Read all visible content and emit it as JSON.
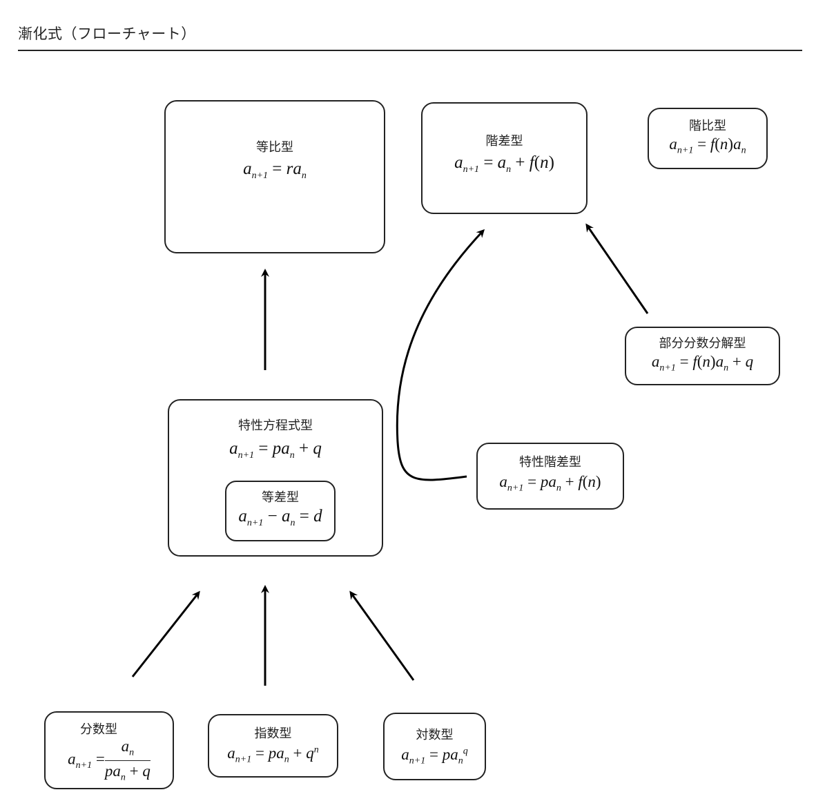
{
  "page": {
    "title": "漸化式（フローチャート）"
  },
  "nodes": {
    "geometric": {
      "name": "等比型",
      "equation": "a_{n+1} = r a_n"
    },
    "difference": {
      "name": "階差型",
      "equation": "a_{n+1} = a_n + f(n)"
    },
    "ratio_step": {
      "name": "階比型",
      "equation": "a_{n+1} = f(n) a_n"
    },
    "partial_fraction": {
      "name": "部分分数分解型",
      "equation": "a_{n+1} = f(n) a_n + q"
    },
    "characteristic": {
      "name": "特性方程式型",
      "equation": "a_{n+1} = p a_n + q"
    },
    "arithmetic": {
      "name": "等差型",
      "equation": "a_{n+1} − a_n = d"
    },
    "char_difference": {
      "name": "特性階差型",
      "equation": "a_{n+1} = p a_n + f(n)"
    },
    "fraction": {
      "name": "分数型",
      "equation": "a_{n+1} = a_n / (p a_n + q)"
    },
    "exponential": {
      "name": "指数型",
      "equation": "a_{n+1} = p a_n + q^n"
    },
    "logarithmic": {
      "name": "対数型",
      "equation": "a_{n+1} = p a_n^q"
    }
  },
  "edges": [
    {
      "from": "characteristic",
      "to": "geometric"
    },
    {
      "from": "char_difference",
      "to": "difference"
    },
    {
      "from": "partial_fraction",
      "to": "difference"
    },
    {
      "from": "fraction",
      "to": "characteristic"
    },
    {
      "from": "exponential",
      "to": "characteristic"
    },
    {
      "from": "logarithmic",
      "to": "characteristic"
    }
  ],
  "symbols": {
    "a": "a",
    "n": "n",
    "n1": "n+1",
    "eq": "=",
    "plus": "+",
    "minus": "−",
    "r": "r",
    "p": "p",
    "q": "q",
    "d": "d",
    "f": "f",
    "lp": "(",
    "rp": ")"
  }
}
